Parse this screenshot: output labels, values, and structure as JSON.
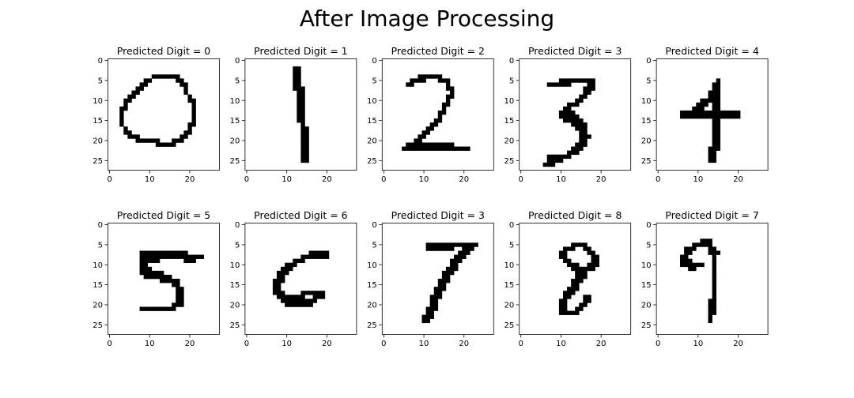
{
  "figure": {
    "title": "After Image Processing"
  },
  "chart_data": [
    {
      "type": "heatmap",
      "title": "Predicted Digit = 0",
      "xticks": [
        0,
        10,
        20
      ],
      "yticks": [
        0,
        5,
        10,
        15,
        20,
        25
      ],
      "xlim": [
        -0.5,
        27.5
      ],
      "ylim": [
        27.5,
        -0.5
      ],
      "colormap": "gray_r",
      "values": [
        0,
        1
      ],
      "pixels": [
        [
          4,
          11,
          17
        ],
        [
          5,
          9,
          10
        ],
        [
          5,
          17,
          18
        ],
        [
          6,
          8,
          9
        ],
        [
          6,
          18,
          19
        ],
        [
          7,
          7,
          8
        ],
        [
          7,
          19,
          19
        ],
        [
          8,
          6,
          7
        ],
        [
          8,
          19,
          19
        ],
        [
          9,
          5,
          6
        ],
        [
          9,
          20,
          20
        ],
        [
          10,
          4,
          5
        ],
        [
          10,
          20,
          21
        ],
        [
          11,
          4,
          4
        ],
        [
          11,
          21,
          21
        ],
        [
          12,
          3,
          4
        ],
        [
          12,
          21,
          21
        ],
        [
          13,
          3,
          3
        ],
        [
          13,
          21,
          21
        ],
        [
          14,
          3,
          3
        ],
        [
          14,
          21,
          21
        ],
        [
          15,
          3,
          3
        ],
        [
          15,
          21,
          21
        ],
        [
          16,
          3,
          3
        ],
        [
          16,
          20,
          21
        ],
        [
          17,
          4,
          4
        ],
        [
          17,
          20,
          20
        ],
        [
          18,
          4,
          5
        ],
        [
          18,
          19,
          20
        ],
        [
          19,
          5,
          7
        ],
        [
          19,
          18,
          19
        ],
        [
          20,
          7,
          12
        ],
        [
          20,
          16,
          18
        ],
        [
          21,
          12,
          16
        ]
      ]
    },
    {
      "type": "heatmap",
      "title": "Predicted Digit = 1",
      "xticks": [
        0,
        10,
        20
      ],
      "yticks": [
        0,
        5,
        10,
        15,
        20,
        25
      ],
      "xlim": [
        -0.5,
        27.5
      ],
      "ylim": [
        27.5,
        -0.5
      ],
      "colormap": "gray_r",
      "values": [
        0,
        1
      ],
      "pixels": [
        [
          2,
          12,
          13
        ],
        [
          3,
          12,
          13
        ],
        [
          4,
          12,
          13
        ],
        [
          5,
          12,
          13
        ],
        [
          6,
          12,
          13
        ],
        [
          7,
          12,
          14
        ],
        [
          8,
          13,
          14
        ],
        [
          9,
          13,
          14
        ],
        [
          10,
          13,
          14
        ],
        [
          11,
          13,
          14
        ],
        [
          12,
          13,
          14
        ],
        [
          13,
          13,
          14
        ],
        [
          14,
          13,
          14
        ],
        [
          15,
          13,
          14
        ],
        [
          16,
          14,
          14
        ],
        [
          17,
          14,
          15
        ],
        [
          18,
          14,
          15
        ],
        [
          19,
          14,
          15
        ],
        [
          20,
          14,
          15
        ],
        [
          21,
          14,
          15
        ],
        [
          22,
          14,
          15
        ],
        [
          23,
          14,
          15
        ],
        [
          24,
          14,
          15
        ],
        [
          25,
          14,
          15
        ]
      ]
    },
    {
      "type": "heatmap",
      "title": "Predicted Digit = 2",
      "xticks": [
        0,
        10,
        20
      ],
      "yticks": [
        0,
        5,
        10,
        15,
        20,
        25
      ],
      "xlim": [
        -0.5,
        27.5
      ],
      "ylim": [
        27.5,
        -0.5
      ],
      "colormap": "gray_r",
      "values": [
        0,
        1
      ],
      "pixels": [
        [
          4,
          9,
          14
        ],
        [
          5,
          7,
          10
        ],
        [
          5,
          14,
          16
        ],
        [
          6,
          6,
          7
        ],
        [
          6,
          16,
          16
        ],
        [
          7,
          16,
          17
        ],
        [
          8,
          17,
          17
        ],
        [
          9,
          16,
          17
        ],
        [
          10,
          16,
          16
        ],
        [
          11,
          15,
          16
        ],
        [
          12,
          15,
          15
        ],
        [
          13,
          14,
          15
        ],
        [
          14,
          14,
          14
        ],
        [
          15,
          13,
          14
        ],
        [
          16,
          12,
          13
        ],
        [
          17,
          11,
          12
        ],
        [
          18,
          10,
          11
        ],
        [
          19,
          9,
          10
        ],
        [
          20,
          8,
          9
        ],
        [
          21,
          6,
          17
        ],
        [
          22,
          5,
          21
        ]
      ]
    },
    {
      "type": "heatmap",
      "title": "Predicted Digit = 3",
      "xticks": [
        0,
        10,
        20
      ],
      "yticks": [
        0,
        5,
        10,
        15,
        20,
        25
      ],
      "xlim": [
        -0.5,
        27.5
      ],
      "ylim": [
        27.5,
        -0.5
      ],
      "colormap": "gray_r",
      "values": [
        0,
        1
      ],
      "pixels": [
        [
          5,
          10,
          18
        ],
        [
          6,
          7,
          12
        ],
        [
          6,
          17,
          18
        ],
        [
          7,
          16,
          18
        ],
        [
          8,
          16,
          17
        ],
        [
          9,
          15,
          16
        ],
        [
          10,
          14,
          15
        ],
        [
          11,
          12,
          14
        ],
        [
          12,
          11,
          12
        ],
        [
          13,
          10,
          13
        ],
        [
          14,
          10,
          14
        ],
        [
          15,
          11,
          15
        ],
        [
          16,
          13,
          16
        ],
        [
          17,
          14,
          16
        ],
        [
          18,
          15,
          16
        ],
        [
          19,
          15,
          17
        ],
        [
          20,
          15,
          16
        ],
        [
          21,
          14,
          16
        ],
        [
          22,
          13,
          15
        ],
        [
          23,
          12,
          14
        ],
        [
          24,
          7,
          12
        ],
        [
          25,
          7,
          10
        ],
        [
          26,
          6,
          8
        ]
      ]
    },
    {
      "type": "heatmap",
      "title": "Predicted Digit = 4",
      "xticks": [
        0,
        10,
        20
      ],
      "yticks": [
        0,
        5,
        10,
        15,
        20,
        25
      ],
      "xlim": [
        -0.5,
        27.5
      ],
      "ylim": [
        27.5,
        -0.5
      ],
      "colormap": "gray_r",
      "values": [
        0,
        1
      ],
      "pixels": [
        [
          5,
          15,
          15
        ],
        [
          6,
          14,
          15
        ],
        [
          7,
          14,
          15
        ],
        [
          8,
          13,
          15
        ],
        [
          9,
          13,
          15
        ],
        [
          10,
          11,
          13
        ],
        [
          10,
          14,
          15
        ],
        [
          11,
          10,
          12
        ],
        [
          11,
          14,
          15
        ],
        [
          12,
          9,
          11
        ],
        [
          12,
          14,
          15
        ],
        [
          13,
          6,
          20
        ],
        [
          14,
          6,
          20
        ],
        [
          15,
          14,
          15
        ],
        [
          16,
          14,
          15
        ],
        [
          17,
          14,
          15
        ],
        [
          18,
          14,
          15
        ],
        [
          19,
          14,
          15
        ],
        [
          20,
          14,
          15
        ],
        [
          21,
          14,
          15
        ],
        [
          22,
          13,
          15
        ],
        [
          23,
          13,
          14
        ],
        [
          24,
          13,
          14
        ],
        [
          25,
          13,
          14
        ]
      ]
    },
    {
      "type": "heatmap",
      "title": "Predicted Digit = 5",
      "xticks": [
        0,
        10,
        20
      ],
      "yticks": [
        0,
        5,
        10,
        15,
        20,
        25
      ],
      "xlim": [
        -0.5,
        27.5
      ],
      "ylim": [
        27.5,
        -0.5
      ],
      "colormap": "gray_r",
      "values": [
        0,
        1
      ],
      "pixels": [
        [
          7,
          8,
          19
        ],
        [
          8,
          8,
          23
        ],
        [
          9,
          8,
          12
        ],
        [
          9,
          19,
          21
        ],
        [
          10,
          8,
          9
        ],
        [
          11,
          8,
          10
        ],
        [
          12,
          8,
          13
        ],
        [
          13,
          9,
          15
        ],
        [
          14,
          13,
          17
        ],
        [
          15,
          16,
          17
        ],
        [
          16,
          17,
          18
        ],
        [
          17,
          17,
          18
        ],
        [
          18,
          17,
          18
        ],
        [
          19,
          17,
          18
        ],
        [
          20,
          16,
          18
        ],
        [
          21,
          8,
          16
        ]
      ]
    },
    {
      "type": "heatmap",
      "title": "Predicted Digit = 6",
      "xticks": [
        0,
        10,
        20
      ],
      "yticks": [
        0,
        5,
        10,
        15,
        20,
        25
      ],
      "xlim": [
        -0.5,
        27.5
      ],
      "ylim": [
        27.5,
        -0.5
      ],
      "colormap": "gray_r",
      "values": [
        0,
        1
      ],
      "pixels": [
        [
          7,
          16,
          20
        ],
        [
          8,
          14,
          20
        ],
        [
          9,
          12,
          14
        ],
        [
          10,
          10,
          12
        ],
        [
          11,
          9,
          11
        ],
        [
          12,
          8,
          10
        ],
        [
          13,
          8,
          9
        ],
        [
          14,
          7,
          9
        ],
        [
          15,
          7,
          8
        ],
        [
          16,
          7,
          8
        ],
        [
          17,
          7,
          9
        ],
        [
          17,
          14,
          19
        ],
        [
          18,
          8,
          11
        ],
        [
          18,
          12,
          14
        ],
        [
          18,
          17,
          19
        ],
        [
          19,
          9,
          17
        ],
        [
          20,
          10,
          16
        ]
      ]
    },
    {
      "type": "heatmap",
      "title": "Predicted Digit = 3",
      "xticks": [
        0,
        10,
        20
      ],
      "yticks": [
        0,
        5,
        10,
        15,
        20,
        25
      ],
      "xlim": [
        -0.5,
        27.5
      ],
      "ylim": [
        27.5,
        -0.5
      ],
      "colormap": "gray_r",
      "values": [
        0,
        1
      ],
      "pixels": [
        [
          5,
          11,
          23
        ],
        [
          6,
          11,
          17
        ],
        [
          6,
          20,
          22
        ],
        [
          7,
          19,
          21
        ],
        [
          8,
          18,
          20
        ],
        [
          9,
          17,
          19
        ],
        [
          10,
          17,
          18
        ],
        [
          11,
          16,
          18
        ],
        [
          12,
          15,
          17
        ],
        [
          13,
          15,
          16
        ],
        [
          14,
          14,
          16
        ],
        [
          15,
          14,
          15
        ],
        [
          16,
          13,
          15
        ],
        [
          17,
          13,
          14
        ],
        [
          18,
          12,
          14
        ],
        [
          19,
          12,
          13
        ],
        [
          20,
          12,
          13
        ],
        [
          21,
          11,
          13
        ],
        [
          22,
          11,
          12
        ],
        [
          23,
          10,
          12
        ],
        [
          24,
          10,
          11
        ]
      ]
    },
    {
      "type": "heatmap",
      "title": "Predicted Digit = 8",
      "xticks": [
        0,
        10,
        20
      ],
      "yticks": [
        0,
        5,
        10,
        15,
        20,
        25
      ],
      "xlim": [
        -0.5,
        27.5
      ],
      "ylim": [
        27.5,
        -0.5
      ],
      "colormap": "gray_r",
      "values": [
        0,
        1
      ],
      "pixels": [
        [
          5,
          13,
          16
        ],
        [
          6,
          11,
          13
        ],
        [
          6,
          16,
          17
        ],
        [
          7,
          10,
          11
        ],
        [
          7,
          17,
          18
        ],
        [
          8,
          10,
          11
        ],
        [
          8,
          18,
          19
        ],
        [
          9,
          11,
          12
        ],
        [
          9,
          18,
          19
        ],
        [
          10,
          12,
          14
        ],
        [
          10,
          17,
          19
        ],
        [
          11,
          13,
          18
        ],
        [
          12,
          14,
          16
        ],
        [
          13,
          14,
          16
        ],
        [
          14,
          13,
          15
        ],
        [
          15,
          13,
          14
        ],
        [
          16,
          12,
          14
        ],
        [
          17,
          11,
          13
        ],
        [
          18,
          11,
          12
        ],
        [
          18,
          16,
          17
        ],
        [
          19,
          10,
          11
        ],
        [
          19,
          16,
          17
        ],
        [
          20,
          10,
          11
        ],
        [
          20,
          15,
          16
        ],
        [
          21,
          10,
          11
        ],
        [
          21,
          14,
          15
        ],
        [
          22,
          10,
          14
        ]
      ]
    },
    {
      "type": "heatmap",
      "title": "Predicted Digit = 7",
      "xticks": [
        0,
        10,
        20
      ],
      "yticks": [
        0,
        5,
        10,
        15,
        20,
        25
      ],
      "xlim": [
        -0.5,
        27.5
      ],
      "ylim": [
        27.5,
        -0.5
      ],
      "colormap": "gray_r",
      "values": [
        0,
        1
      ],
      "pixels": [
        [
          4,
          11,
          13
        ],
        [
          5,
          9,
          13
        ],
        [
          6,
          7,
          9
        ],
        [
          6,
          13,
          14
        ],
        [
          7,
          7,
          8
        ],
        [
          7,
          13,
          15
        ],
        [
          8,
          6,
          7
        ],
        [
          8,
          14,
          14
        ],
        [
          9,
          6,
          8
        ],
        [
          9,
          14,
          14
        ],
        [
          10,
          6,
          11
        ],
        [
          10,
          14,
          14
        ],
        [
          11,
          8,
          9
        ],
        [
          11,
          14,
          14
        ],
        [
          12,
          14,
          14
        ],
        [
          13,
          14,
          14
        ],
        [
          14,
          14,
          14
        ],
        [
          15,
          14,
          14
        ],
        [
          16,
          14,
          14
        ],
        [
          17,
          14,
          14
        ],
        [
          18,
          14,
          14
        ],
        [
          19,
          13,
          14
        ],
        [
          20,
          13,
          14
        ],
        [
          21,
          13,
          14
        ],
        [
          22,
          13,
          14
        ],
        [
          23,
          13,
          13
        ],
        [
          24,
          13,
          13
        ]
      ]
    }
  ]
}
